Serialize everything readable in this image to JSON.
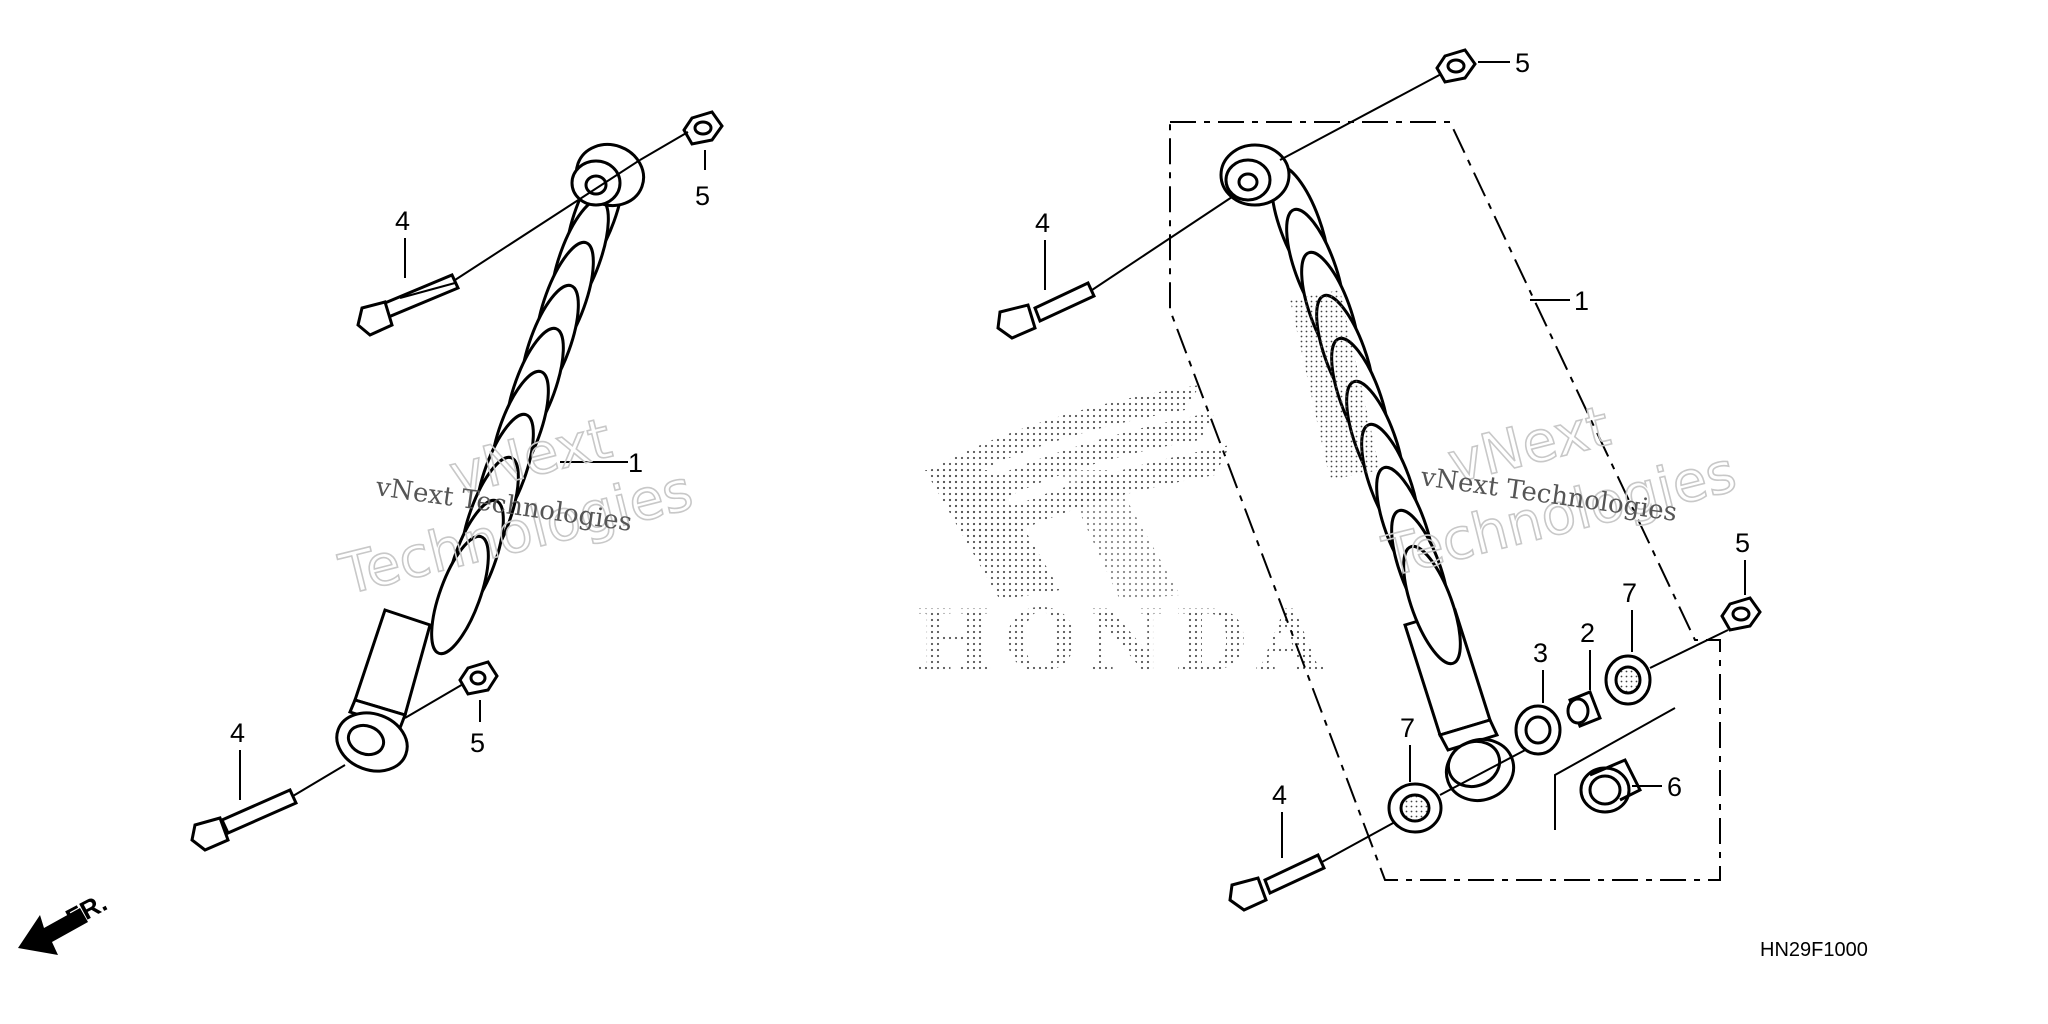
{
  "callouts": {
    "left": {
      "bolt_top": "4",
      "nut_top": "5",
      "shock": "1",
      "bolt_bottom": "4",
      "nut_bottom": "5"
    },
    "right": {
      "nut_top": "5",
      "bolt_top": "4",
      "assembly": "1",
      "nut_right": "5",
      "collar_3": "3",
      "collar_2": "2",
      "seal_7_right": "7",
      "seal_7_left": "7",
      "bearing_6": "6",
      "bolt_bottom": "4"
    }
  },
  "direction_label": "FR.",
  "diagram_code": "HN29F1000",
  "watermark": {
    "line1": "vNext",
    "line2": "Technologies",
    "small": "vNext Technologies"
  },
  "logo_text": "HONDA"
}
